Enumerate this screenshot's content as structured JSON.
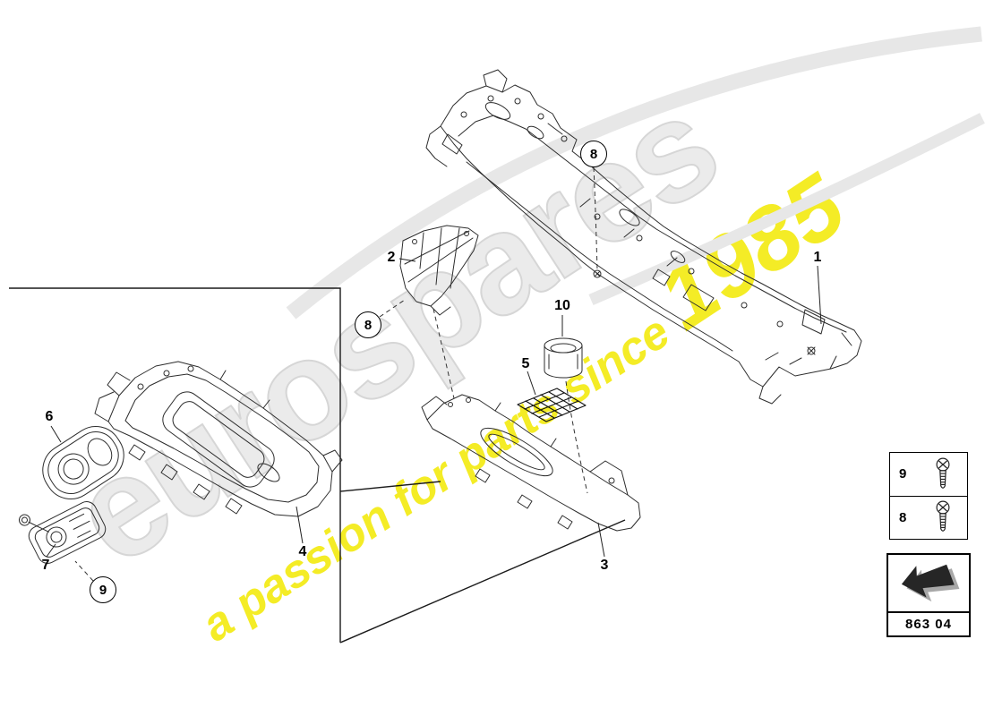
{
  "watermark": {
    "brand": "eurospares",
    "tagline": "a passion for parts since",
    "tagline_year": "1985"
  },
  "callouts": {
    "n1": {
      "label": "1"
    },
    "n2": {
      "label": "2"
    },
    "n3": {
      "label": "3"
    },
    "n4": {
      "label": "4"
    },
    "n5": {
      "label": "5"
    },
    "n6": {
      "label": "6"
    },
    "n7": {
      "label": "7"
    },
    "n8a": {
      "label": "8"
    },
    "n8b": {
      "label": "8"
    },
    "n9": {
      "label": "9"
    },
    "n10": {
      "label": "10"
    }
  },
  "legend": {
    "rows": [
      {
        "label": "9",
        "icon": "screw-icon"
      },
      {
        "label": "8",
        "icon": "screw-icon"
      }
    ]
  },
  "diagram_code": {
    "label": "863 04",
    "icon": "direction-arrow-icon"
  },
  "colors": {
    "line": "#2d2d2d",
    "watermark_gray": "#d9d9d9",
    "watermark_yellow": "#f2e900",
    "background": "#ffffff"
  }
}
